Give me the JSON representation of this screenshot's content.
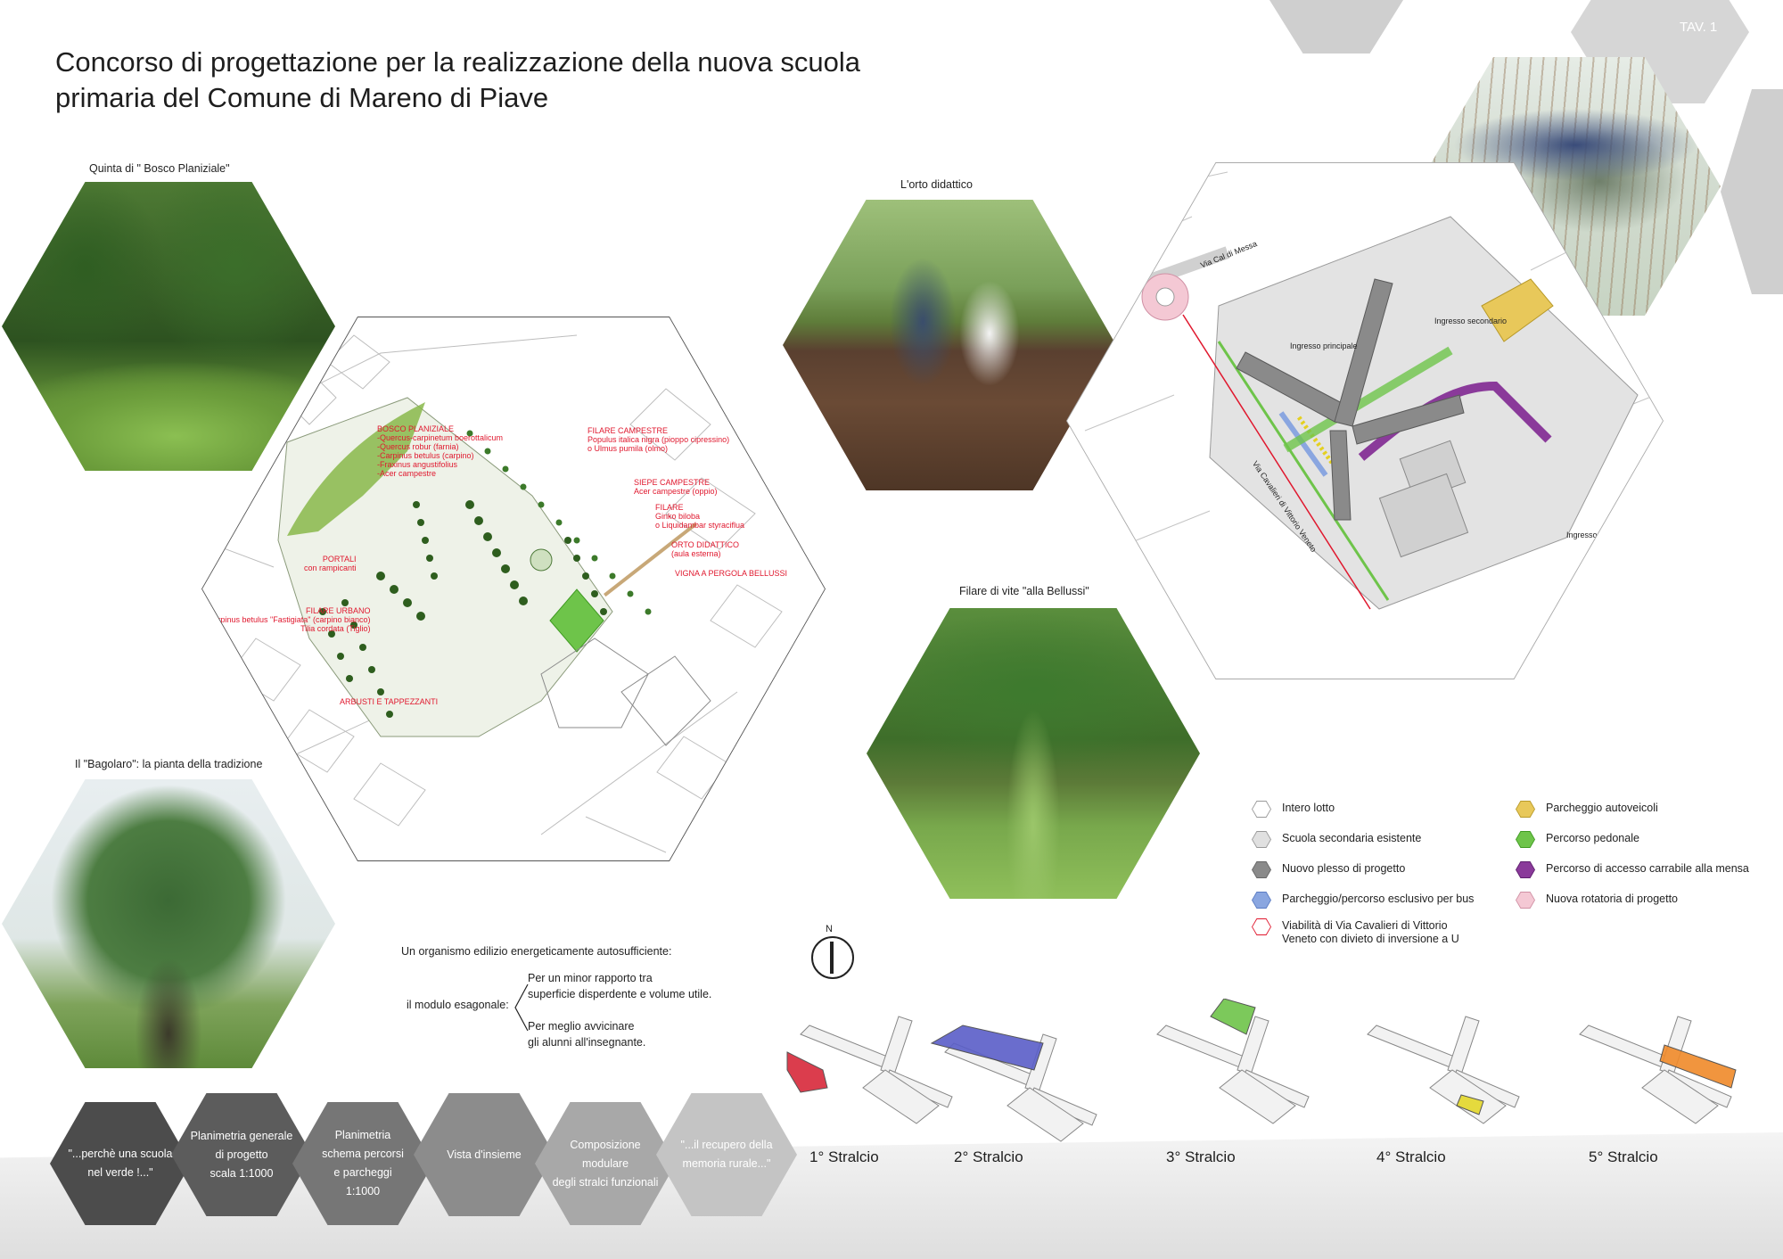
{
  "page": {
    "tav": "TAV. 1",
    "title": "Concorso di progettazione per la realizzazione della nuova scuola\nprimaria del Comune di Mareno di Piave"
  },
  "photos": [
    {
      "id": "bosco",
      "caption": "Quinta di \" Bosco Planiziale\""
    },
    {
      "id": "bagolaro",
      "caption": "Il \"Bagolaro\": la pianta della tradizione"
    },
    {
      "id": "orto",
      "caption": "L'orto didattico"
    },
    {
      "id": "vite",
      "caption": "Filare di vite \"alla Bellussi\""
    }
  ],
  "plan_labels": {
    "bosco": "BOSCO PLANIZIALE\n-Quercus-carpinetum boerottalicum\n-Quercus robur (farnia)\n-Carpinus betulus (carpino)\n-Fraxinus angustifolius\n-Acer campestre",
    "filare_campestre": "FILARE CAMPESTRE\nPopulus italica nigra (pioppo cipressino)\no Ulmus pumila (olmo)",
    "siepe": "SIEPE CAMPESTRE\nAcer campestre (oppio)",
    "filare": "FILARE\nGinko biloba\no Liquidambar styraciflua",
    "orto": "ORTO DIDATTICO\n(aula esterna)",
    "vigna": "VIGNA A PERGOLA BELLUSSI",
    "portali": "PORTALI\ncon rampicanti",
    "filare_urbano": "FILARE URBANO\nCarpinus betulus \"Fastigiata\" (carpino bianco)\nTilia cordata (Tiglio)",
    "arbusti": "ARBUSTI E TAPPEZZANTI"
  },
  "site_labels": {
    "via_cal": "Via Cal di Messa",
    "via_cav": "Via Cavalieri di Vittorio Veneto",
    "ingresso_principale": "Ingresso principale",
    "ingresso_secondario": "Ingresso secondario",
    "ingresso_esistente": "Ingresso esistente"
  },
  "legend": [
    {
      "label": "Intero lotto",
      "fill": "#ffffff",
      "stroke": "#999999"
    },
    {
      "label": "Scuola secondaria esistente",
      "fill": "#e0e0e0",
      "stroke": "#999999"
    },
    {
      "label": "Nuovo plesso di progetto",
      "fill": "#8a8a8a",
      "stroke": "#666666"
    },
    {
      "label": "Parcheggio/percorso esclusivo per bus",
      "fill": "#8aa6e0",
      "stroke": "#5b7cc4"
    },
    {
      "label": "Viabilità di Via Cavalieri di Vittorio\nVeneto con divieto di inversione a U",
      "fill": "#ffffff",
      "stroke": "#e0182e"
    },
    {
      "label": "Parcheggio autoveicoli",
      "fill": "#e8c85a",
      "stroke": "#b89a2a"
    },
    {
      "label": "Percorso pedonale",
      "fill": "#6ec44a",
      "stroke": "#3f9a22"
    },
    {
      "label": "Percorso di accesso carrabile alla mensa",
      "fill": "#8a3a9a",
      "stroke": "#5e1f6e"
    },
    {
      "label": "Nuova rotatoria di progetto",
      "fill": "#f4c8d4",
      "stroke": "#d090a4"
    }
  ],
  "compass": "N",
  "concept": {
    "heading": "Un organismo edilizio energeticamente autosufficiente:",
    "modulo": "il modulo esagonale:",
    "reason1": "Per un minor rapporto tra\nsuperficie disperdente e volume utile.",
    "reason2": "Per meglio avvicinare\ngli alunni all'insegnante."
  },
  "nav": [
    {
      "label": "\"...perchè una scuola\nnel verde !...\"",
      "color": "#4c4c4c"
    },
    {
      "label": "Planimetria generale\ndi progetto\nscala 1:1000",
      "color": "#5c5c5c"
    },
    {
      "label": "Planimetria\nschema percorsi\ne parcheggi\n1:1000",
      "color": "#767676"
    },
    {
      "label": "Vista d'insieme",
      "color": "#8c8c8c"
    },
    {
      "label": "Composizione\nmodulare\ndegli stralci funzionali",
      "color": "#a8a8a8"
    },
    {
      "label": "\"...il recupero della\nmemoria rurale...\"",
      "color": "#c4c4c4"
    }
  ],
  "stages": [
    {
      "label": "1° Stralcio",
      "color": "#d8293a"
    },
    {
      "label": "2° Stralcio",
      "color": "#5a5ec8"
    },
    {
      "label": "3° Stralcio",
      "color": "#6ec44a"
    },
    {
      "label": "4° Stralcio",
      "color": "#e4d82a"
    },
    {
      "label": "5° Stralcio",
      "color": "#f08a2a"
    }
  ]
}
